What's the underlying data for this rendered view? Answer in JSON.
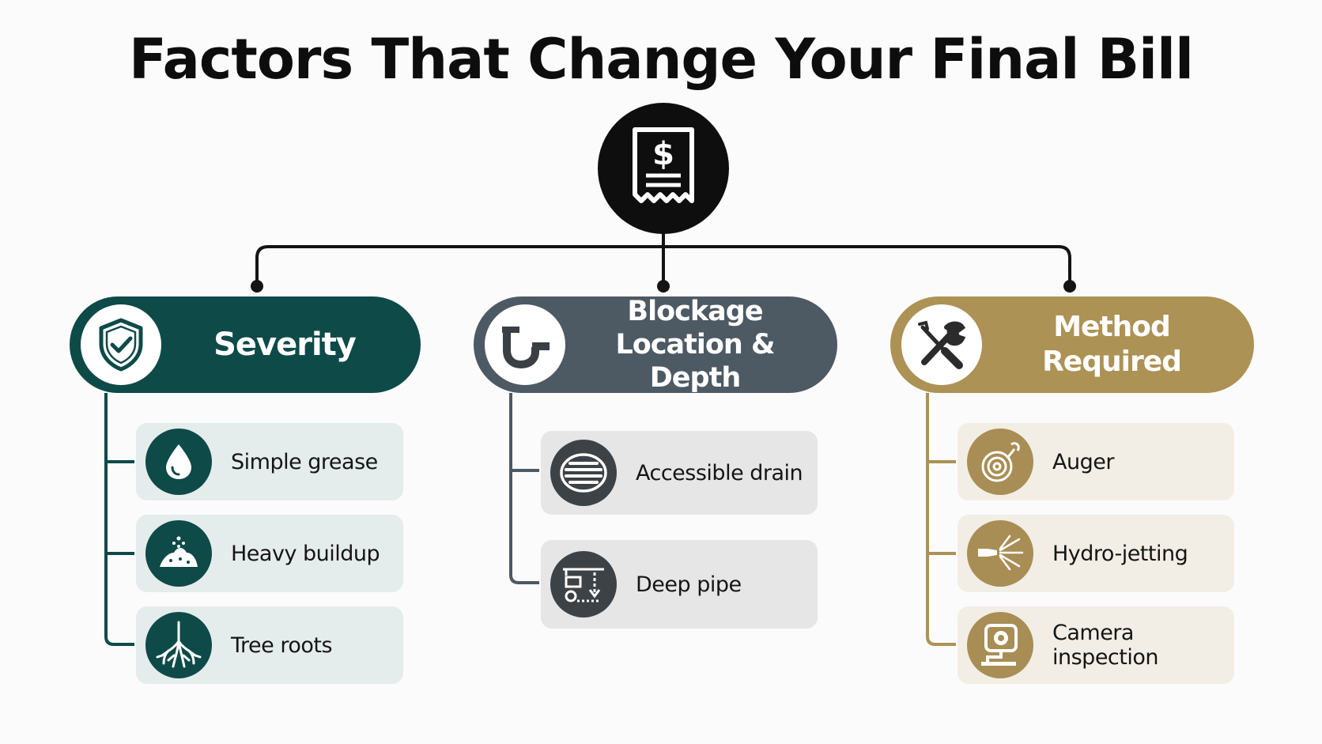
{
  "title": "Factors That Change Your Final Bill",
  "root": {
    "icon": "receipt-dollar-icon"
  },
  "colors": {
    "severity": "#0e4a48",
    "location": "#4d5963",
    "method": "#ad9255"
  },
  "categories": [
    {
      "label": "Severity",
      "icon": "shield-check-icon",
      "items": [
        {
          "label": "Simple grease",
          "icon": "water-drop-icon"
        },
        {
          "label": "Heavy buildup",
          "icon": "buildup-pile-icon"
        },
        {
          "label": "Tree roots",
          "icon": "tree-roots-icon"
        }
      ]
    },
    {
      "label": "Blockage Location & Depth",
      "icon": "pipe-icon",
      "items": [
        {
          "label": "Accessible drain",
          "icon": "drain-grate-icon"
        },
        {
          "label": "Deep pipe",
          "icon": "deep-pipe-icon"
        }
      ]
    },
    {
      "label": "Method Required",
      "icon": "wrench-screwdriver-icon",
      "items": [
        {
          "label": "Auger",
          "icon": "auger-coil-icon"
        },
        {
          "label": "Hydro-jetting",
          "icon": "hydro-jet-icon"
        },
        {
          "label": "Camera inspection",
          "icon": "camera-icon"
        }
      ]
    }
  ]
}
